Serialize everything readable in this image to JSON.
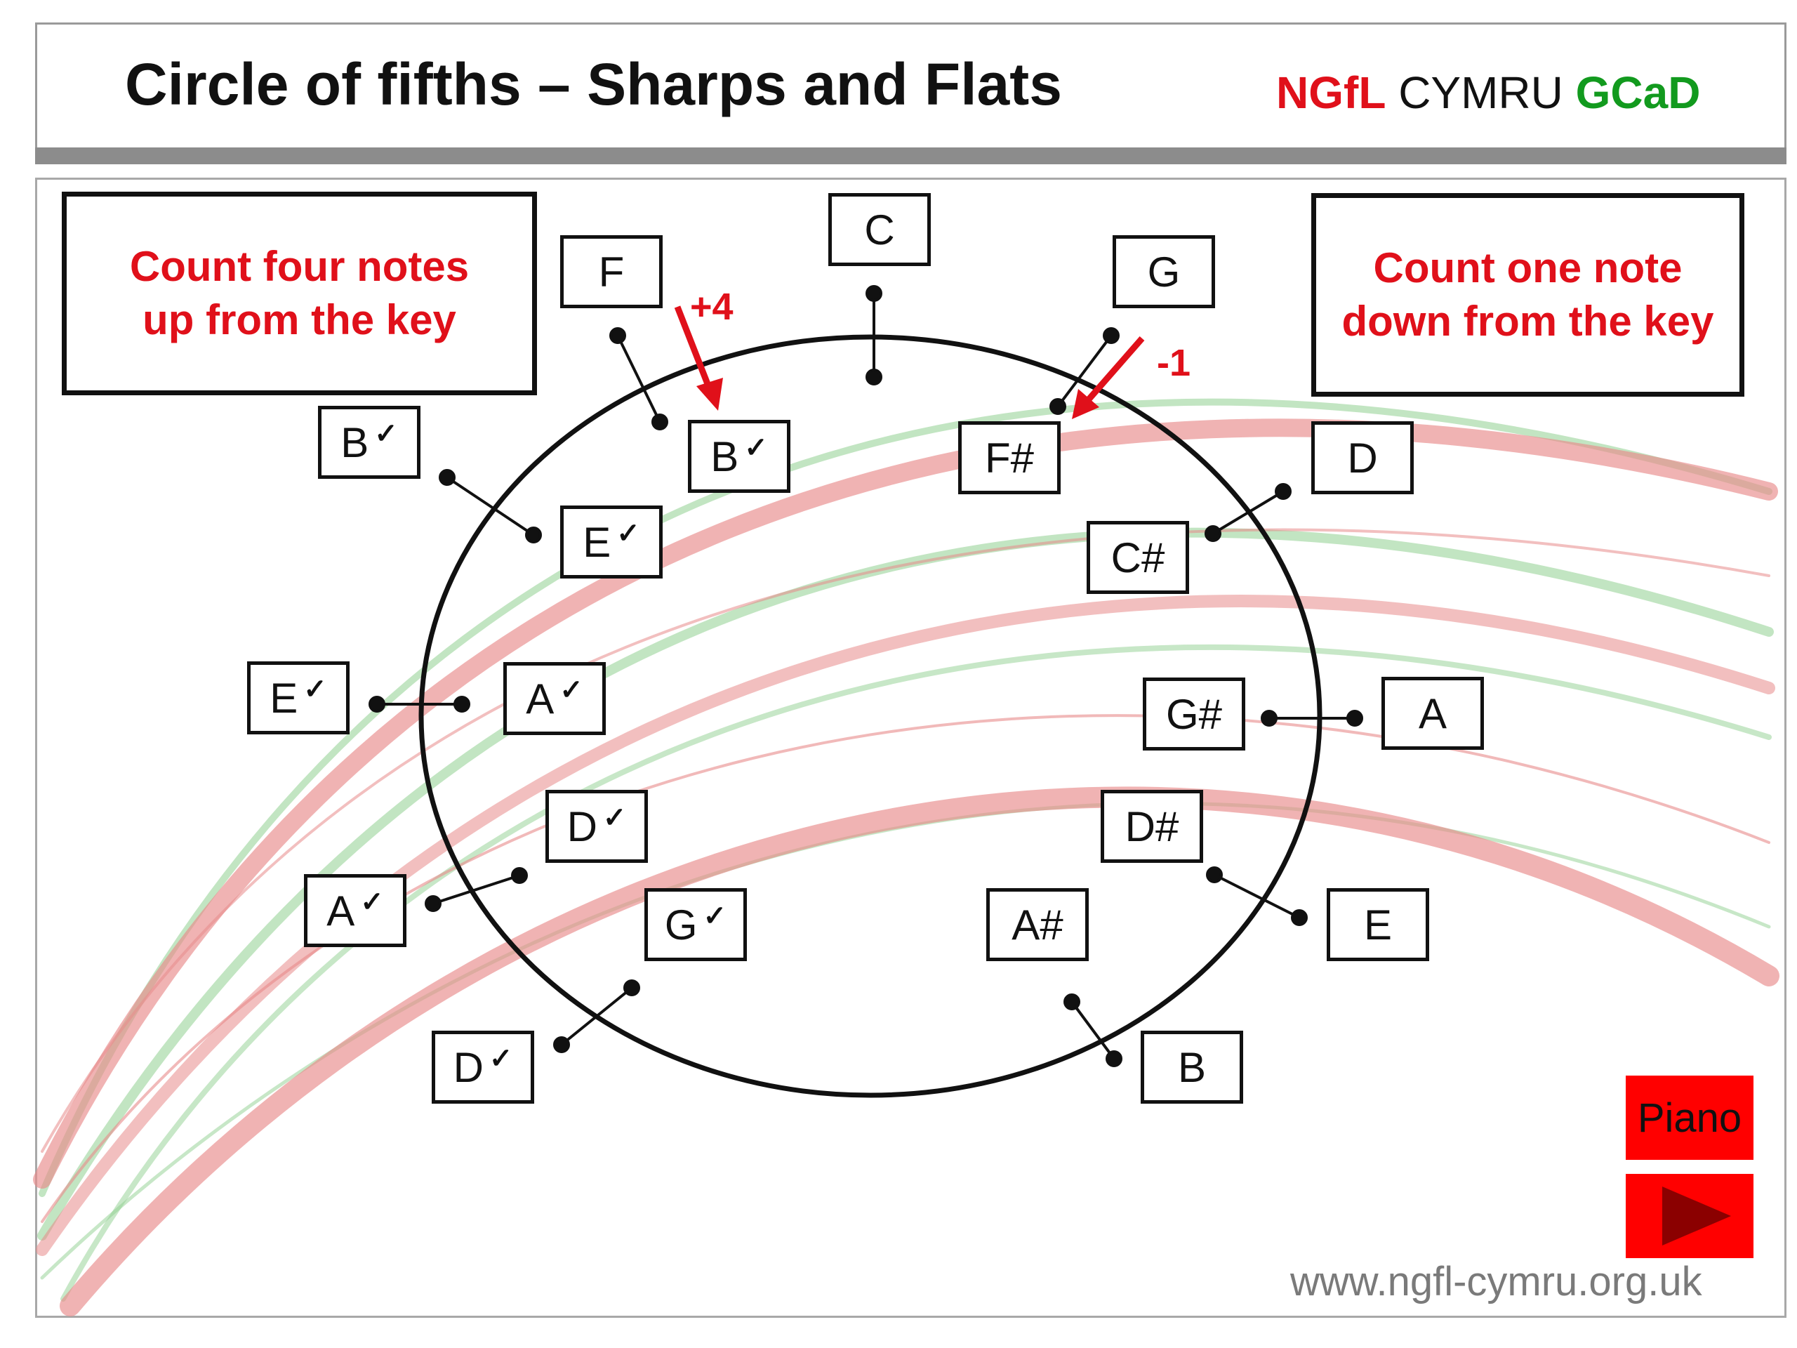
{
  "header": {
    "title": "Circle of fifths – Sharps and Flats",
    "brand_ngfl": "NGfL",
    "brand_cymru": " CYMRU ",
    "brand_gcad": "GCaD"
  },
  "rules": {
    "sharps_rule": "Count four notes up from the key",
    "flats_rule": "Count one note down from the key",
    "plus_label": "+4",
    "minus_label": "-1"
  },
  "notes": {
    "C": "C",
    "G": "G",
    "D": "D",
    "A": "A",
    "E": "E",
    "B": "B",
    "F": "F",
    "Bb": "B",
    "Eb": "E",
    "Ab": "A",
    "Db": "D",
    "Gb": "G",
    "Bb_outer": "B",
    "Eb_outer": "E",
    "Ab_outer": "A",
    "Db_outer": "D",
    "Fs": "F#",
    "Cs": "C#",
    "Gs": "G#",
    "Ds": "D#",
    "As": "A#"
  },
  "flat_symbol": "✓",
  "buttons": {
    "piano": "Piano",
    "play": "play-icon"
  },
  "footer": {
    "url": "www.ngfl-cymru.org.uk"
  },
  "colors": {
    "accent_red": "#e0101a",
    "brand_green": "#129a1e",
    "button_red": "#ff0000"
  }
}
